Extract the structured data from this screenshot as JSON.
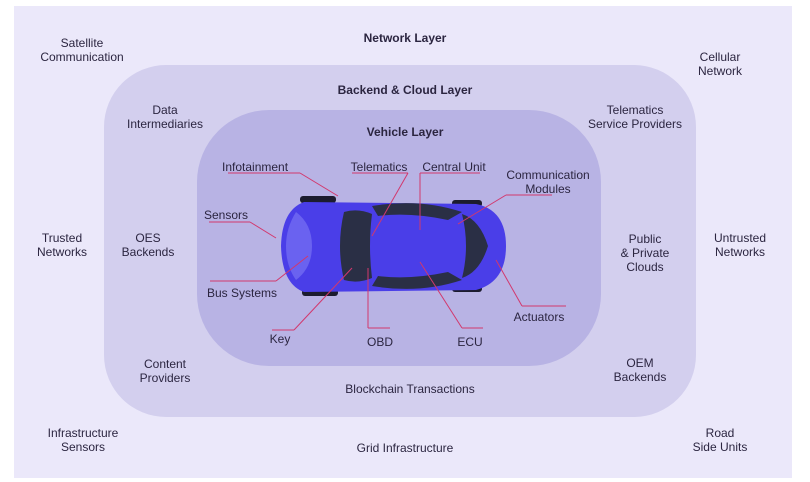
{
  "layers": {
    "network": "Network Layer",
    "backend": "Backend & Cloud Layer",
    "vehicle": "Vehicle Layer"
  },
  "network_items": {
    "satellite": "Satellite\nCommunication",
    "cellular": "Cellular\nNetwork",
    "trusted": "Trusted\nNetworks",
    "untrusted": "Untrusted\nNetworks",
    "infrastructure_sensors": "Infrastructure\nSensors",
    "grid": "Grid Infrastructure",
    "road_side": "Road\nSide Units"
  },
  "backend_items": {
    "data_intermediaries": "Data\nIntermediaries",
    "telematics_providers": "Telematics\nService Providers",
    "oes_backends": "OES\nBackends",
    "public_private_clouds": "Public\n& Private\nClouds",
    "content_providers": "Content\nProviders",
    "blockchain": "Blockchain Transactions",
    "oem_backends": "OEM\nBackends"
  },
  "vehicle_items": {
    "infotainment": "Infotainment",
    "telematics": "Telematics",
    "central_unit": "Central Unit",
    "communication_modules": "Communication\nModules",
    "sensors": "Sensors",
    "bus_systems": "Bus Systems",
    "key": "Key",
    "obd": "OBD",
    "ecu": "ECU",
    "actuators": "Actuators"
  },
  "colors": {
    "outer": "#ebe8fa",
    "backend": "#d3cfee",
    "vehicle": "#b8b3e4",
    "car_body": "#4a3ee8",
    "leader_lines": "#d2386d"
  }
}
